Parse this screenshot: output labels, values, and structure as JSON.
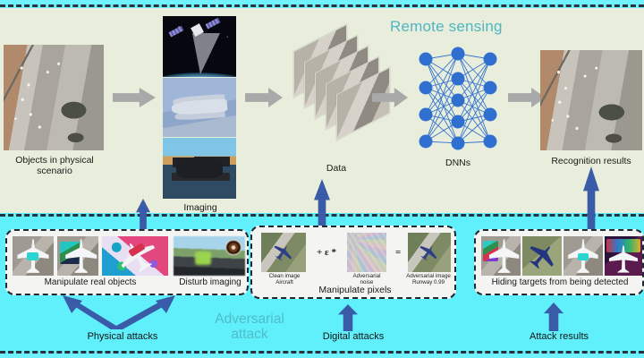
{
  "figure": {
    "title_remote_sensing": "Remote sensing",
    "title_adversarial_attack_line1": "Adversarial",
    "title_adversarial_attack_line2": "attack"
  },
  "colors": {
    "band_top": "#e8eedb",
    "band_bottom": "#5ff0fb",
    "teal_heading": "#4fb6c4",
    "blue_arrow": "#3a5ca8",
    "gray_arrow": "#a9a9a9",
    "dnn_node": "#2f6fd0",
    "dash_border": "#1d2a33"
  },
  "pipeline": {
    "steps": [
      {
        "id": "objects",
        "label_line1": "Objects in physical",
        "label_line2": "scenario",
        "icon": "aerial-airport-photo"
      },
      {
        "id": "imaging",
        "label": "Imaging",
        "icon": "satellite-uav-drone-stack"
      },
      {
        "id": "data",
        "label": "Data",
        "icon": "stacked-image-pile"
      },
      {
        "id": "dnns",
        "label": "DNNs",
        "icon": "neural-network-graph"
      },
      {
        "id": "results",
        "label": "Recognition results",
        "icon": "aerial-airport-photo-detected"
      }
    ],
    "arrow_icon": "gray-right-arrow"
  },
  "dnn": {
    "layer_sizes": [
      4,
      5,
      4
    ],
    "node_color": "#2f6fd0"
  },
  "physical_attacks": {
    "panel_label_objects": "Manipulate real objects",
    "panel_label_imaging": "Disturb imaging",
    "arrow_label": "Physical attacks",
    "thumbs": [
      {
        "name": "aircraft-with-cyan-patch"
      },
      {
        "name": "aircraft-with-green-patch"
      },
      {
        "name": "aircraft-on-graffiti-background"
      }
    ],
    "disturb_thumb": {
      "name": "blurred-street-scene-with-lens-flare"
    }
  },
  "digital_attacks": {
    "panel_caption": "Manipulate pixels",
    "arrow_label": "Digital attacks",
    "operator_plus_epsilon": "+ ε *",
    "operator_equals": "=",
    "items": [
      {
        "name": "clean-image",
        "caption_line1": "Clean image",
        "caption_line2": "Aircraft"
      },
      {
        "name": "adversarial-noise",
        "caption_line1": "Adversarial",
        "caption_line2": "noise"
      },
      {
        "name": "adversarial-image",
        "caption_line1": "Adversarial image",
        "caption_line2": "Runway 0.99"
      }
    ]
  },
  "attack_results": {
    "panel_label": "Hiding targets from being detected",
    "arrow_label": "Attack results",
    "thumbs": [
      {
        "name": "aircraft-with-rainbow-patch"
      },
      {
        "name": "aircraft-on-runway-clean"
      },
      {
        "name": "aircraft-with-cyan-patch"
      },
      {
        "name": "aircraft-on-dark-adversarial-background"
      }
    ]
  }
}
